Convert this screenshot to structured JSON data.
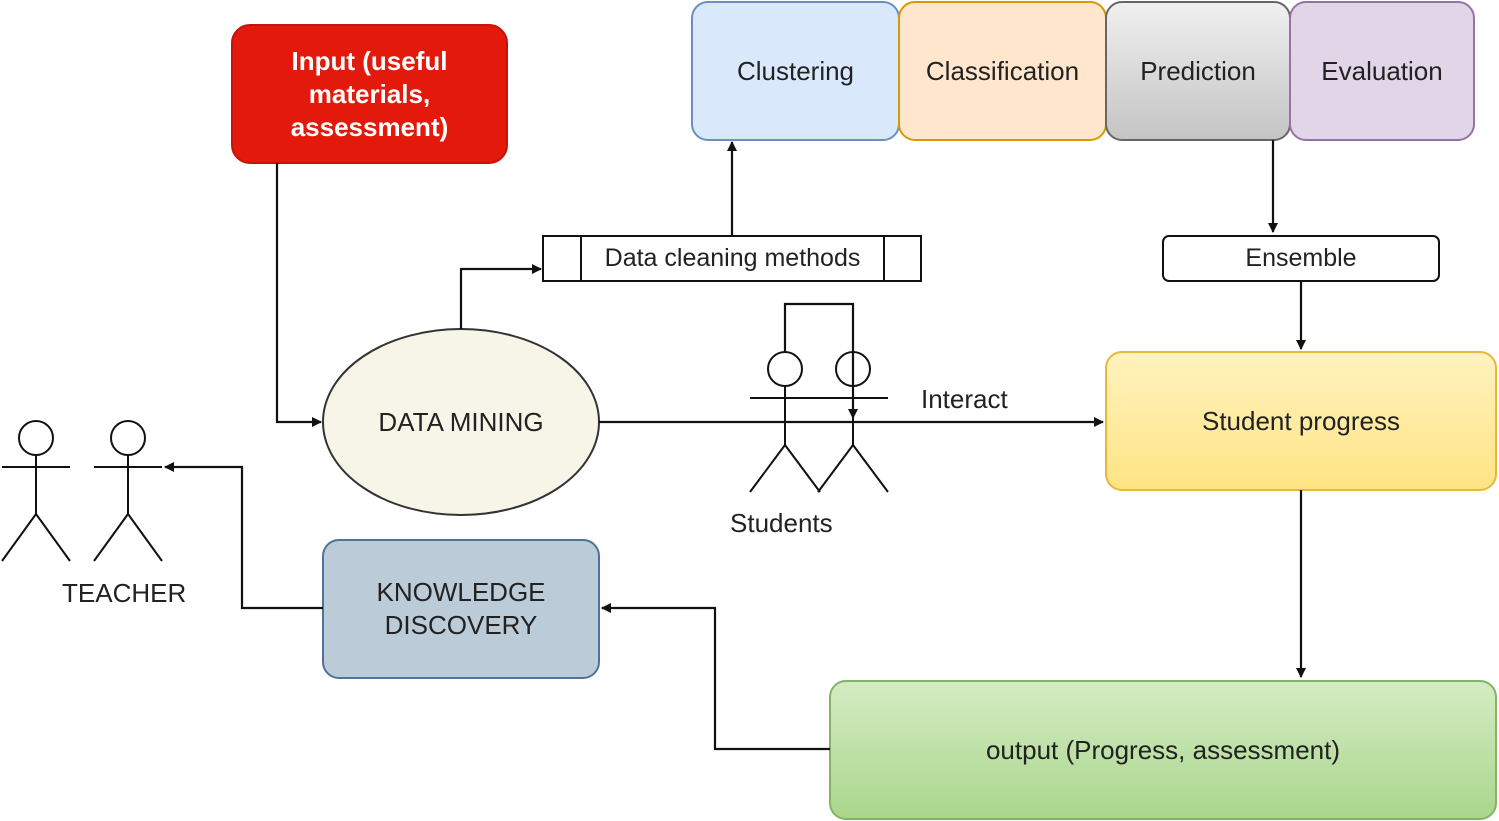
{
  "diagram": {
    "input": {
      "lines": [
        "Input (useful",
        "materials,",
        "assessment)"
      ],
      "fill": "#e31a0b",
      "text_color": "#ffffff"
    },
    "clustering": {
      "label": "Clustering",
      "fill": "#dae8fc",
      "stroke": "#6c8ebf"
    },
    "classification": {
      "label": "Classification",
      "fill": "#ffe6cc",
      "stroke": "#d79b00"
    },
    "prediction": {
      "label": "Prediction",
      "fill": "#c4c4c4",
      "stroke": "#666666"
    },
    "evaluation": {
      "label": "Evaluation",
      "fill": "#e1d5e7",
      "stroke": "#9673a6"
    },
    "data_cleaning": {
      "label": "Data cleaning methods"
    },
    "ensemble": {
      "label": "Ensemble"
    },
    "data_mining": {
      "label": "DATA MINING",
      "fill": "#f7f5e8"
    },
    "students": {
      "label": "Students"
    },
    "interact": {
      "label": "Interact"
    },
    "student_progress": {
      "label": "Student progress",
      "fill": "#ffe484",
      "stroke": "#e8b83a"
    },
    "teacher": {
      "label": "TEACHER"
    },
    "knowledge_discovery": {
      "lines": [
        "KNOWLEDGE",
        "DISCOVERY"
      ],
      "fill": "#bccbd8",
      "stroke": "#4f7396"
    },
    "output": {
      "label": "output (Progress, assessment)",
      "fill": "#a9d68c",
      "stroke": "#82b366"
    }
  }
}
